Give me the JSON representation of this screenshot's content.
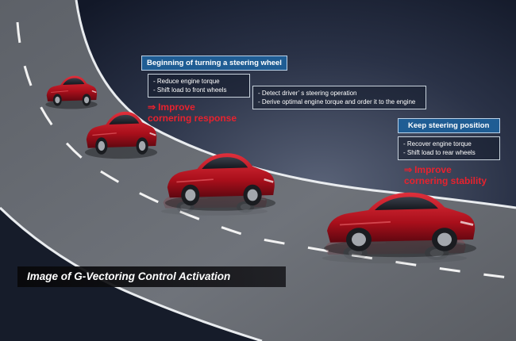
{
  "callouts": {
    "start": {
      "title": "Beginning of turning a steering wheel",
      "items": [
        "- Reduce engine torque",
        "- Shift load to front wheels"
      ],
      "result_arrow": "⇒",
      "result_line1": "Improve",
      "result_line2": "cornering response"
    },
    "middle": {
      "items": [
        "- Detect driver’ s steering operation",
        "- Derive optimal engine torque and order it to the engine"
      ]
    },
    "keep": {
      "title": "Keep steering position",
      "items": [
        "- Recover engine torque",
        "- Shift load to rear wheels"
      ],
      "result_arrow": "⇒",
      "result_line1": "Improve",
      "result_line2": "cornering stability"
    }
  },
  "caption": "Image of G-Vectoring Control Activation",
  "colors": {
    "title_bg": "#1f5d94",
    "result_text": "#e8222e",
    "car_body": "#b3121f",
    "road": "#6d7077",
    "sky_dark": "#131a2a"
  },
  "illustration": {
    "cars": [
      "car-1",
      "car-2",
      "car-3",
      "car-4"
    ]
  }
}
